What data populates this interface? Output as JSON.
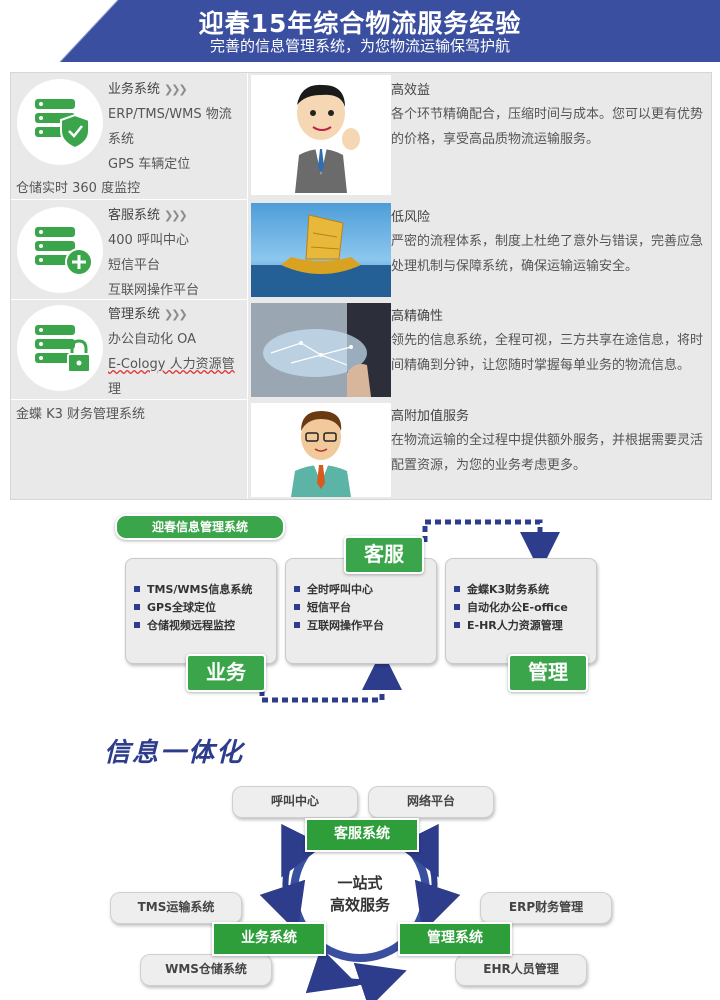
{
  "header": {
    "title": "迎春15年综合物流服务经验",
    "subtitle": "完善的信息管理系统，为您物流运输保驾护航"
  },
  "services": [
    {
      "title": "业务系统",
      "items": [
        "ERP/TMS/WMS 物流",
        "系统",
        "GPS 车辆定位"
      ],
      "extra": "仓储实时 360 度监控",
      "icon": "shield-server-icon"
    },
    {
      "title": "客服系统",
      "items": [
        "400 呼叫中心",
        "短信平台",
        "互联网操作平台"
      ],
      "icon": "plus-server-icon"
    },
    {
      "title": "管理系统",
      "items": [
        "办公自动化 OA",
        "E-Cology 人力资源管",
        "理"
      ],
      "extra": "金蝶 K3 财务管理系统",
      "icon": "lock-server-icon"
    }
  ],
  "features": [
    {
      "title": "高效益",
      "body": "各个环节精确配合，压缩时间与成本。您可以更有优势的价格，享受高品质物流运输服务。"
    },
    {
      "title": "低风险",
      "body": "严密的流程体系，制度上杜绝了意外与错误，完善应急处理机制与保障系统，确保运输运输安全。"
    },
    {
      "title": "高精确性",
      "body": "领先的信息系统，全程可视，三方共享在途信息，将时间精确到分钟，让您随时掌握每单业务的物流信息。"
    },
    {
      "title": "高附加值服务",
      "body": "在物流运输的全过程中提供额外服务，并根据需要灵活配置资源，为您的业务考虑更多。"
    }
  ],
  "flow": {
    "label": "迎春信息管理系统",
    "boxes": [
      {
        "items": [
          "TMS/WMS信息系统",
          "GPS全球定位",
          "仓储视频远程监控"
        ],
        "tag": "业务"
      },
      {
        "items": [
          "全时呼叫中心",
          "短信平台",
          "互联网操作平台"
        ],
        "tag": "客服"
      },
      {
        "items": [
          "金蝶K3财务系统",
          "自动化办公E-office",
          "E-HR人力资源管理"
        ],
        "tag": "管理"
      }
    ]
  },
  "integration": {
    "title": "信息一体化",
    "center": [
      "一站式",
      "高效服务"
    ],
    "top_pills": [
      "呼叫中心",
      "网络平台"
    ],
    "left_pills": [
      "TMS运输系统",
      "WMS仓储系统"
    ],
    "right_pills": [
      "ERP财务管理",
      "EHR人员管理"
    ],
    "green": {
      "top": "客服系统",
      "left": "业务系统",
      "right": "管理系统"
    }
  },
  "colors": {
    "accent_blue": "#2d3d8c",
    "green": "#3aa54a",
    "panel": "#e9e9e9"
  }
}
